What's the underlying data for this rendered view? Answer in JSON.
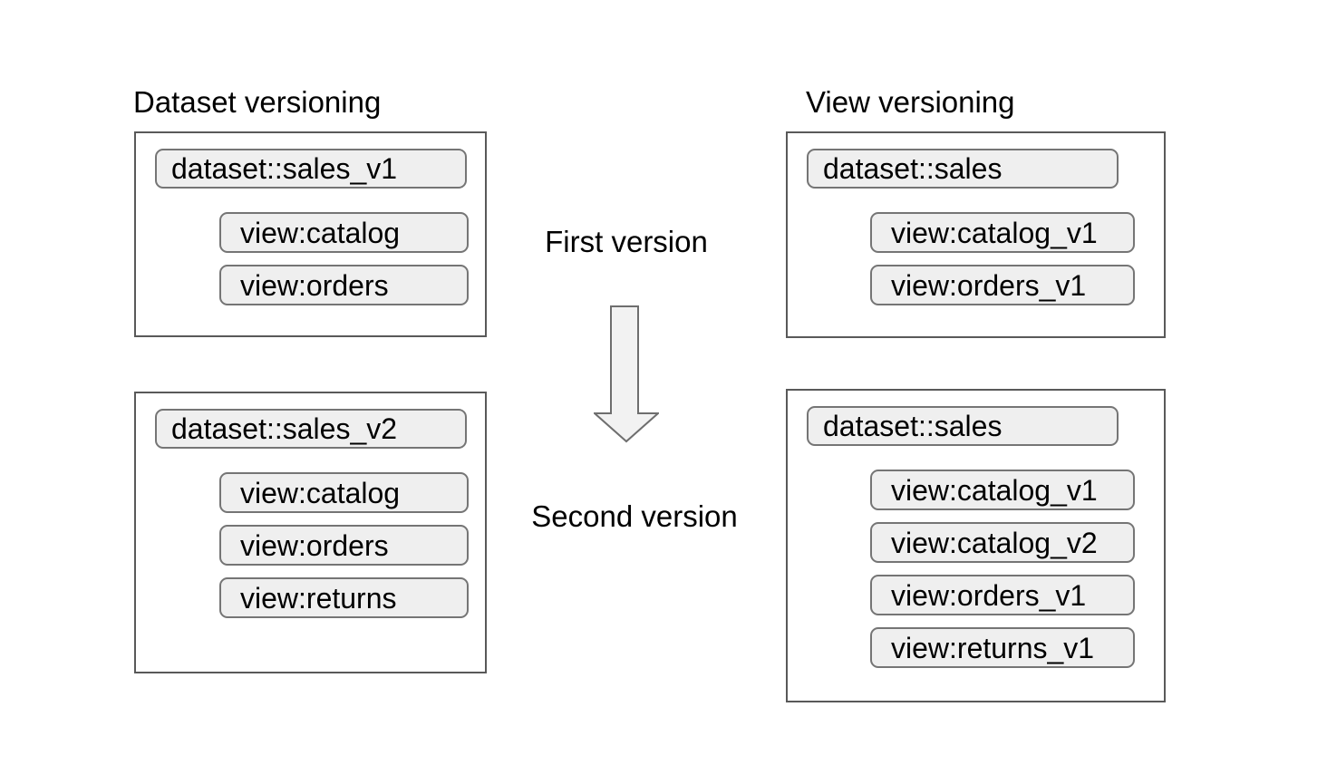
{
  "diagram": {
    "left": {
      "title": "Dataset versioning",
      "boxes": [
        {
          "dataset": "dataset::sales_v1",
          "views": [
            "view:catalog",
            "view:orders"
          ]
        },
        {
          "dataset": "dataset::sales_v2",
          "views": [
            "view:catalog",
            "view:orders",
            "view:returns"
          ]
        }
      ]
    },
    "right": {
      "title": "View versioning",
      "boxes": [
        {
          "dataset": "dataset::sales",
          "views": [
            "view:catalog_v1",
            "view:orders_v1"
          ]
        },
        {
          "dataset": "dataset::sales",
          "views": [
            "view:catalog_v1",
            "view:catalog_v2",
            "view:orders_v1",
            "view:returns_v1"
          ]
        }
      ]
    },
    "flow": {
      "first_label": "First version",
      "second_label": "Second version",
      "arrow": "down-arrow"
    },
    "colors": {
      "pill_fill": "#efefef",
      "pill_border": "#757575",
      "box_border": "#595959",
      "arrow_fill": "#f2f2f2",
      "arrow_border": "#6e6e6e",
      "text": "#000000",
      "bg": "#ffffff"
    }
  }
}
